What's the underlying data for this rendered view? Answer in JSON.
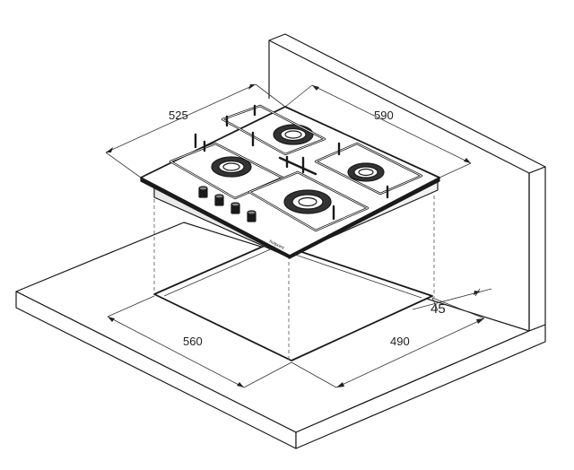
{
  "dimensions": {
    "hob_depth": "525",
    "hob_width": "590",
    "cutout_width": "560",
    "cutout_depth": "490",
    "edge_offset": "45"
  },
  "brand_mark": "hotpoint"
}
